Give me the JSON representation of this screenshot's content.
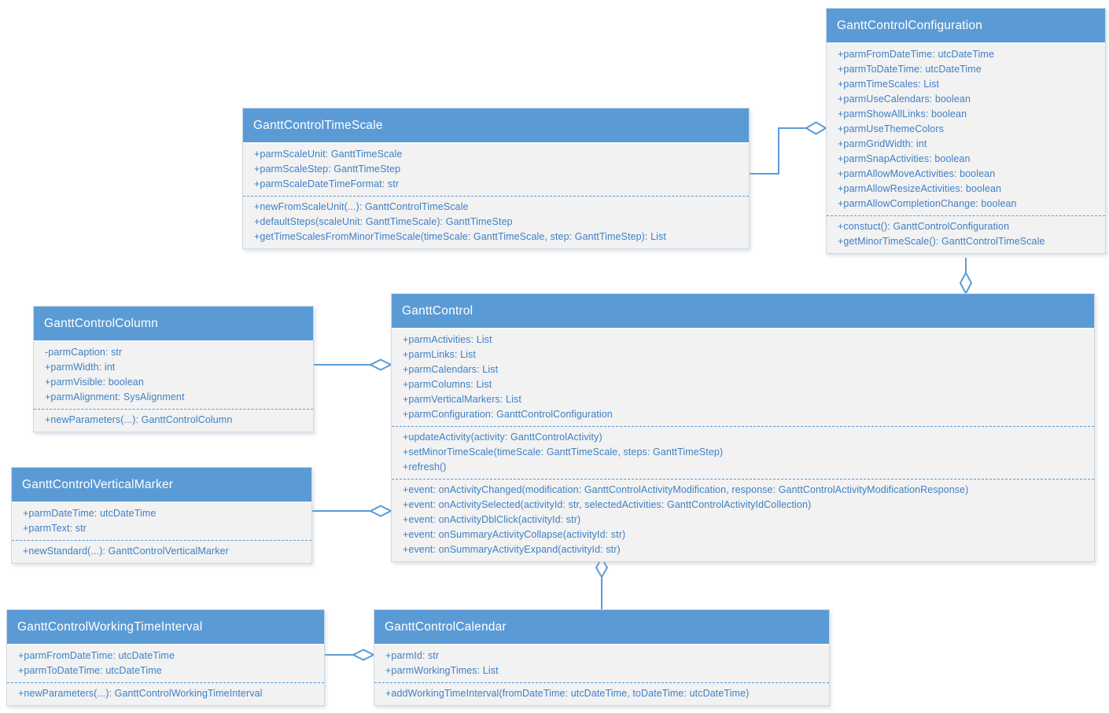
{
  "diagram": {
    "title": "GanttControl UML class diagram",
    "colors": {
      "header_fill": "#5b9bd5",
      "body_fill": "#f2f2f2",
      "member_text": "#3f80c4",
      "connector": "#5b9bd5"
    },
    "classes": [
      {
        "title": "GanttControlConfiguration",
        "sections": [
          [
            "+parmFromDateTime: utcDateTime",
            "+parmToDateTime: utcDateTime",
            "+parmTimeScales: List",
            "+parmUseCalendars: boolean",
            "+parmShowAllLinks: boolean",
            "+parmUseThemeColors",
            "+parmGridWidth: int",
            "+parmSnapActivities: boolean",
            "+parmAllowMoveActivities: boolean",
            "+parmAllowResizeActivities: boolean",
            "+parmAllowCompletionChange: boolean"
          ],
          [
            "+constuct(): GanttControlConfiguration",
            "+getMinorTimeScale(): GanttControlTimeScale"
          ]
        ]
      },
      {
        "title": "GanttControlTimeScale",
        "sections": [
          [
            "+parmScaleUnit: GanttTimeScale",
            "+parmScaleStep: GanttTimeStep",
            "+parmScaleDateTimeFormat: str"
          ],
          [
            "+newFromScaleUnit(...): GanttControlTimeScale",
            "+defaultSteps(scaleUnit: GanttTimeScale): GanttTimeStep",
            "+getTimeScalesFromMinorTimeScale(timeScale: GanttTimeScale, step: GanttTimeStep): List"
          ]
        ]
      },
      {
        "title": "GanttControlColumn",
        "sections": [
          [
            "-parmCaption: str",
            "+parmWidth: int",
            "+parmVisible: boolean",
            "+parmAlignment: SysAlignment"
          ],
          [
            "+newParameters(...): GanttControlColumn"
          ]
        ]
      },
      {
        "title": "GanttControl",
        "sections": [
          [
            "+parmActivities: List",
            "+parmLinks: List",
            "+parmCalendars: List",
            "+parmColumns: List",
            "+parmVerticalMarkers: List",
            "+parmConfiguration: GanttControlConfiguration"
          ],
          [
            "+updateActivity(activity: GanttControlActivity)",
            "+setMinorTimeScale(timeScale: GanttTimeScale, steps: GanttTimeStep)",
            "+refresh()"
          ],
          [
            "+event: onActivityChanged(modification: GanttControlActivityModification, response: GanttControlActivityModificationResponse)",
            "+event: onActivitySelected(activityId: str, selectedActivities: GanttControlActivityIdCollection)",
            "+event: onActivityDblClick(activityId: str)",
            "+event: onSummaryActivityCollapse(activityId: str)",
            "+event: onSummaryActivityExpand(activityId: str)"
          ]
        ]
      },
      {
        "title": "GanttControlVerticalMarker",
        "sections": [
          [
            "+parmDateTime: utcDateTime",
            "+parmText: str"
          ],
          [
            "+newStandard(...): GanttControlVerticalMarker"
          ]
        ]
      },
      {
        "title": "GanttControlWorkingTimeInterval",
        "sections": [
          [
            "+parmFromDateTime: utcDateTime",
            "+parmToDateTime: utcDateTime"
          ],
          [
            "+newParameters(...): GanttControlWorkingTimeInterval"
          ]
        ]
      },
      {
        "title": "GanttControlCalendar",
        "sections": [
          [
            "+parmId: str",
            "+parmWorkingTimes: List"
          ],
          [
            "+addWorkingTimeInterval(fromDateTime: utcDateTime, toDateTime: utcDateTime)"
          ]
        ]
      }
    ],
    "relationships": [
      {
        "type": "aggregation",
        "from": "GanttControlTimeScale",
        "to": "GanttControlConfiguration"
      },
      {
        "type": "aggregation",
        "from": "GanttControlConfiguration",
        "to": "GanttControl"
      },
      {
        "type": "aggregation",
        "from": "GanttControlColumn",
        "to": "GanttControl"
      },
      {
        "type": "aggregation",
        "from": "GanttControlVerticalMarker",
        "to": "GanttControl"
      },
      {
        "type": "aggregation",
        "from": "GanttControlCalendar",
        "to": "GanttControl"
      },
      {
        "type": "aggregation",
        "from": "GanttControlWorkingTimeInterval",
        "to": "GanttControlCalendar"
      }
    ]
  }
}
